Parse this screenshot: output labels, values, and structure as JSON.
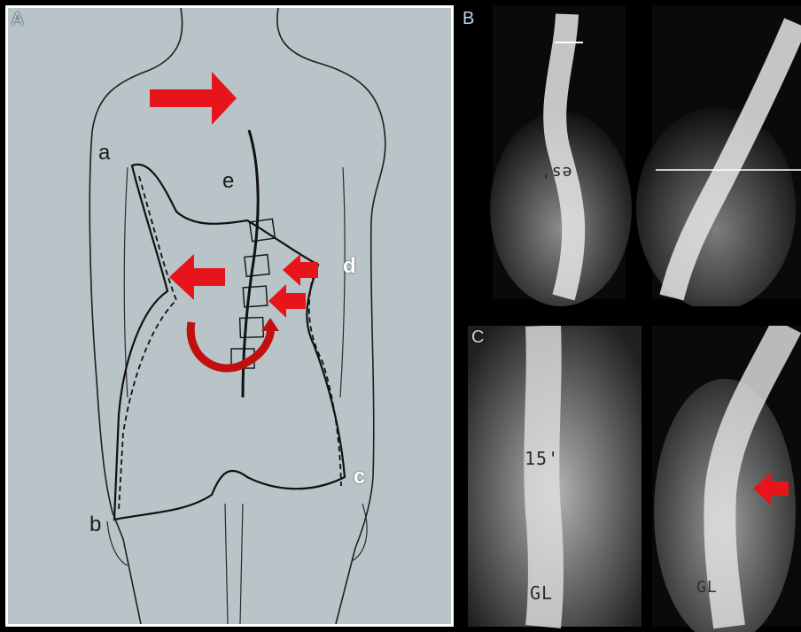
{
  "panels": {
    "a": {
      "label": "A"
    },
    "b": {
      "label": "B"
    },
    "c": {
      "label": "C"
    }
  },
  "drawing_labels": {
    "a": "a",
    "b": "b",
    "c": "c",
    "d": "d",
    "e": "e"
  },
  "xray_text": {
    "b_left_mark": "es'",
    "c_left_angle": "15'",
    "c_left_initials": "GL",
    "c_right_initials": "GL"
  },
  "colors": {
    "arrow_red": "#e8141b",
    "drawing_bg": "#b8c3c7",
    "border_white": "#ffffff"
  }
}
